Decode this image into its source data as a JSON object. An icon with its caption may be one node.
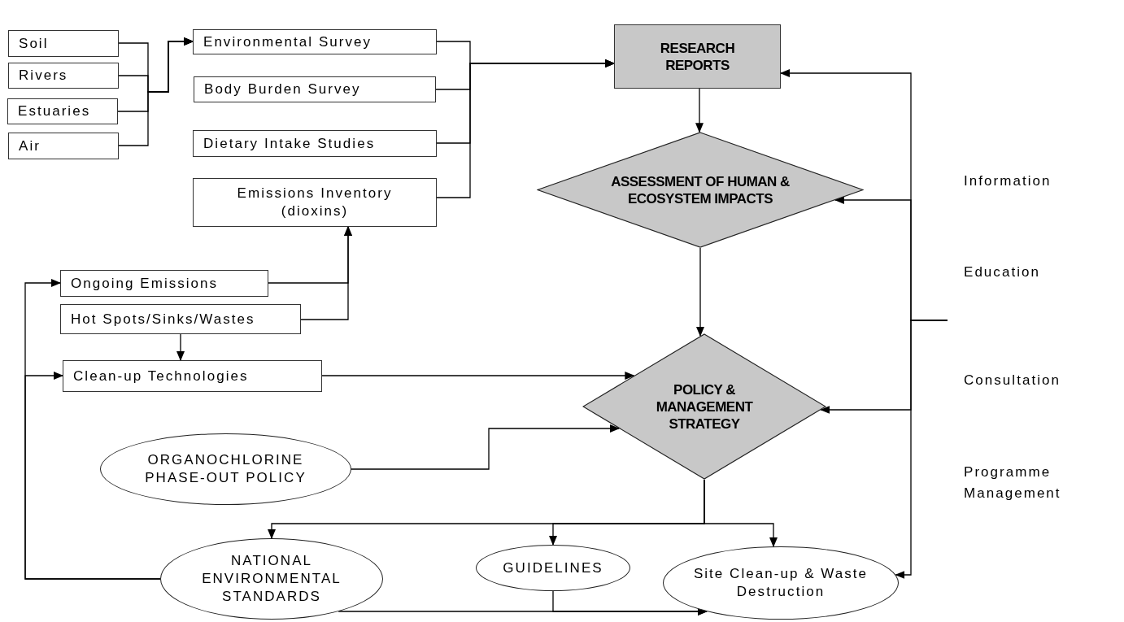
{
  "diagram": {
    "nodes": [
      {
        "text": [
          "Soil"
        ]
      },
      {
        "text": [
          "Rivers"
        ]
      },
      {
        "text": [
          "Estuaries"
        ]
      },
      {
        "text": [
          "Air"
        ]
      },
      {
        "text": [
          "Environmental Survey"
        ]
      },
      {
        "text": [
          "Body Burden Survey"
        ]
      },
      {
        "text": [
          "Dietary Intake Studies"
        ]
      },
      {
        "text": [
          "Emissions Inventory (dioxins)"
        ]
      },
      {
        "text": [
          "RESEARCH REPORTS"
        ]
      },
      {
        "text": [
          "ASSESSMENT OF HUMAN & ECOSYSTEM IMPACTS"
        ]
      },
      {
        "text": [
          "Ongoing Emissions"
        ]
      },
      {
        "text": [
          "Hot Spots/Sinks/Wastes"
        ]
      },
      {
        "text": [
          "Clean-up Technologies"
        ]
      },
      {
        "text": [
          "POLICY & MANAGEMENT STRATEGY"
        ]
      },
      {
        "text": [
          "ORGANOCHLORINE PHASE-OUT POLICY"
        ]
      },
      {
        "text": [
          "NATIONAL ENVIRONMENTAL STANDARDS"
        ]
      },
      {
        "text": [
          "GUIDELINES"
        ]
      },
      {
        "text": [
          "Site Clean-up & Waste Destruction"
        ]
      }
    ],
    "edges": [
      {
        "from": 0,
        "to": 4,
        "arrow": "to"
      },
      {
        "from": 1,
        "to": 4,
        "arrow": "to"
      },
      {
        "from": 2,
        "to": 4,
        "arrow": "to"
      },
      {
        "from": 3,
        "to": 4,
        "arrow": "to"
      },
      {
        "from": 4,
        "to": 8,
        "arrow": "to"
      },
      {
        "from": 5,
        "to": 8,
        "arrow": "to"
      },
      {
        "from": 6,
        "to": 8,
        "arrow": "to"
      },
      {
        "from": 7,
        "to": 8,
        "arrow": "to"
      },
      {
        "from": 8,
        "to": 9,
        "arrow": "to"
      },
      {
        "from": 9,
        "to": 13,
        "arrow": "to"
      },
      {
        "from": 10,
        "to": 7,
        "arrow": "to"
      },
      {
        "from": 11,
        "to": 7,
        "arrow": "to"
      },
      {
        "from": 11,
        "to": 12,
        "arrow": "to"
      },
      {
        "from": 12,
        "to": 13,
        "arrow": "to"
      },
      {
        "from": 14,
        "to": 13,
        "arrow": "to"
      },
      {
        "from": 13,
        "to": 15,
        "arrow": "to"
      },
      {
        "from": 13,
        "to": 16,
        "arrow": "to"
      },
      {
        "from": 13,
        "to": 17,
        "arrow": "to"
      },
      {
        "from": 15,
        "to": 10,
        "arrow": "to"
      },
      {
        "from": 15,
        "to": 12,
        "arrow": "to"
      },
      {
        "from": 15,
        "to": 17,
        "arrow": "to"
      },
      {
        "from": 16,
        "to": 17,
        "arrow": "to"
      },
      {
        "from": null,
        "to": 8,
        "arrow": "to"
      },
      {
        "from": null,
        "to": 9,
        "arrow": "to"
      },
      {
        "from": null,
        "to": 13,
        "arrow": "to"
      },
      {
        "from": null,
        "to": 17,
        "arrow": "to"
      }
    ],
    "labels": [
      "Information",
      "Education",
      "Consultation",
      "Programme Management"
    ]
  }
}
